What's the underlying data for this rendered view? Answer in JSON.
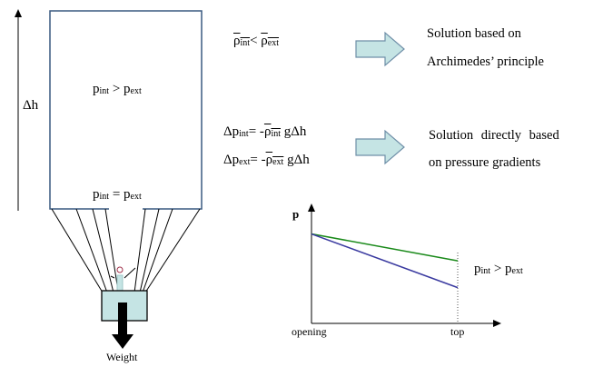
{
  "balloon": {
    "height_label": "Δh",
    "upper_relation": {
      "left": "p",
      "left_sub": "int",
      "op": " > ",
      "right": "p",
      "right_sub": "ext"
    },
    "opening_relation": {
      "left": "p",
      "left_sub": "int",
      "op": " = ",
      "right": "p",
      "right_sub": "ext"
    },
    "weight_label": "Weight"
  },
  "density_condition": {
    "left": "ρ",
    "left_sub": "int",
    "op": "< ",
    "right": "ρ",
    "right_sub": "ext"
  },
  "pressure_equations": [
    {
      "lhs": "Δp",
      "lhs_sub": "int",
      "eq": "= -",
      "rho": "ρ",
      "rho_sub": "int",
      "rest": " gΔh"
    },
    {
      "lhs": "Δp",
      "lhs_sub": "ext",
      "eq": "= -",
      "rho": "ρ",
      "rho_sub": "ext",
      "rest": " gΔh"
    }
  ],
  "solutions": {
    "archimedes": [
      "Solution based on",
      "Archimedes’ principle"
    ],
    "gradients": [
      "Solution directly based",
      "on pressure gradients"
    ]
  },
  "colors": {
    "arrow_fill": "#c5e4e4",
    "arrow_stroke": "#6f8fa8",
    "balloon_stroke": "#3a5a80",
    "basket_fill": "#c5e4e4",
    "internal_line": "#1a8a1a",
    "external_line": "#3a3aa0"
  },
  "chart_data": {
    "type": "line",
    "y_axis_label": "p",
    "x_tick_labels": [
      "opening",
      "top"
    ],
    "x": [
      0,
      1
    ],
    "series": [
      {
        "values": [
          1.0,
          0.7
        ]
      },
      {
        "values": [
          1.0,
          0.4
        ]
      }
    ],
    "curve_label": {
      "left": "p",
      "left_sub": "int",
      "op": " > ",
      "right": "p",
      "right_sub": "ext"
    },
    "ylim": [
      0,
      1.3
    ]
  }
}
